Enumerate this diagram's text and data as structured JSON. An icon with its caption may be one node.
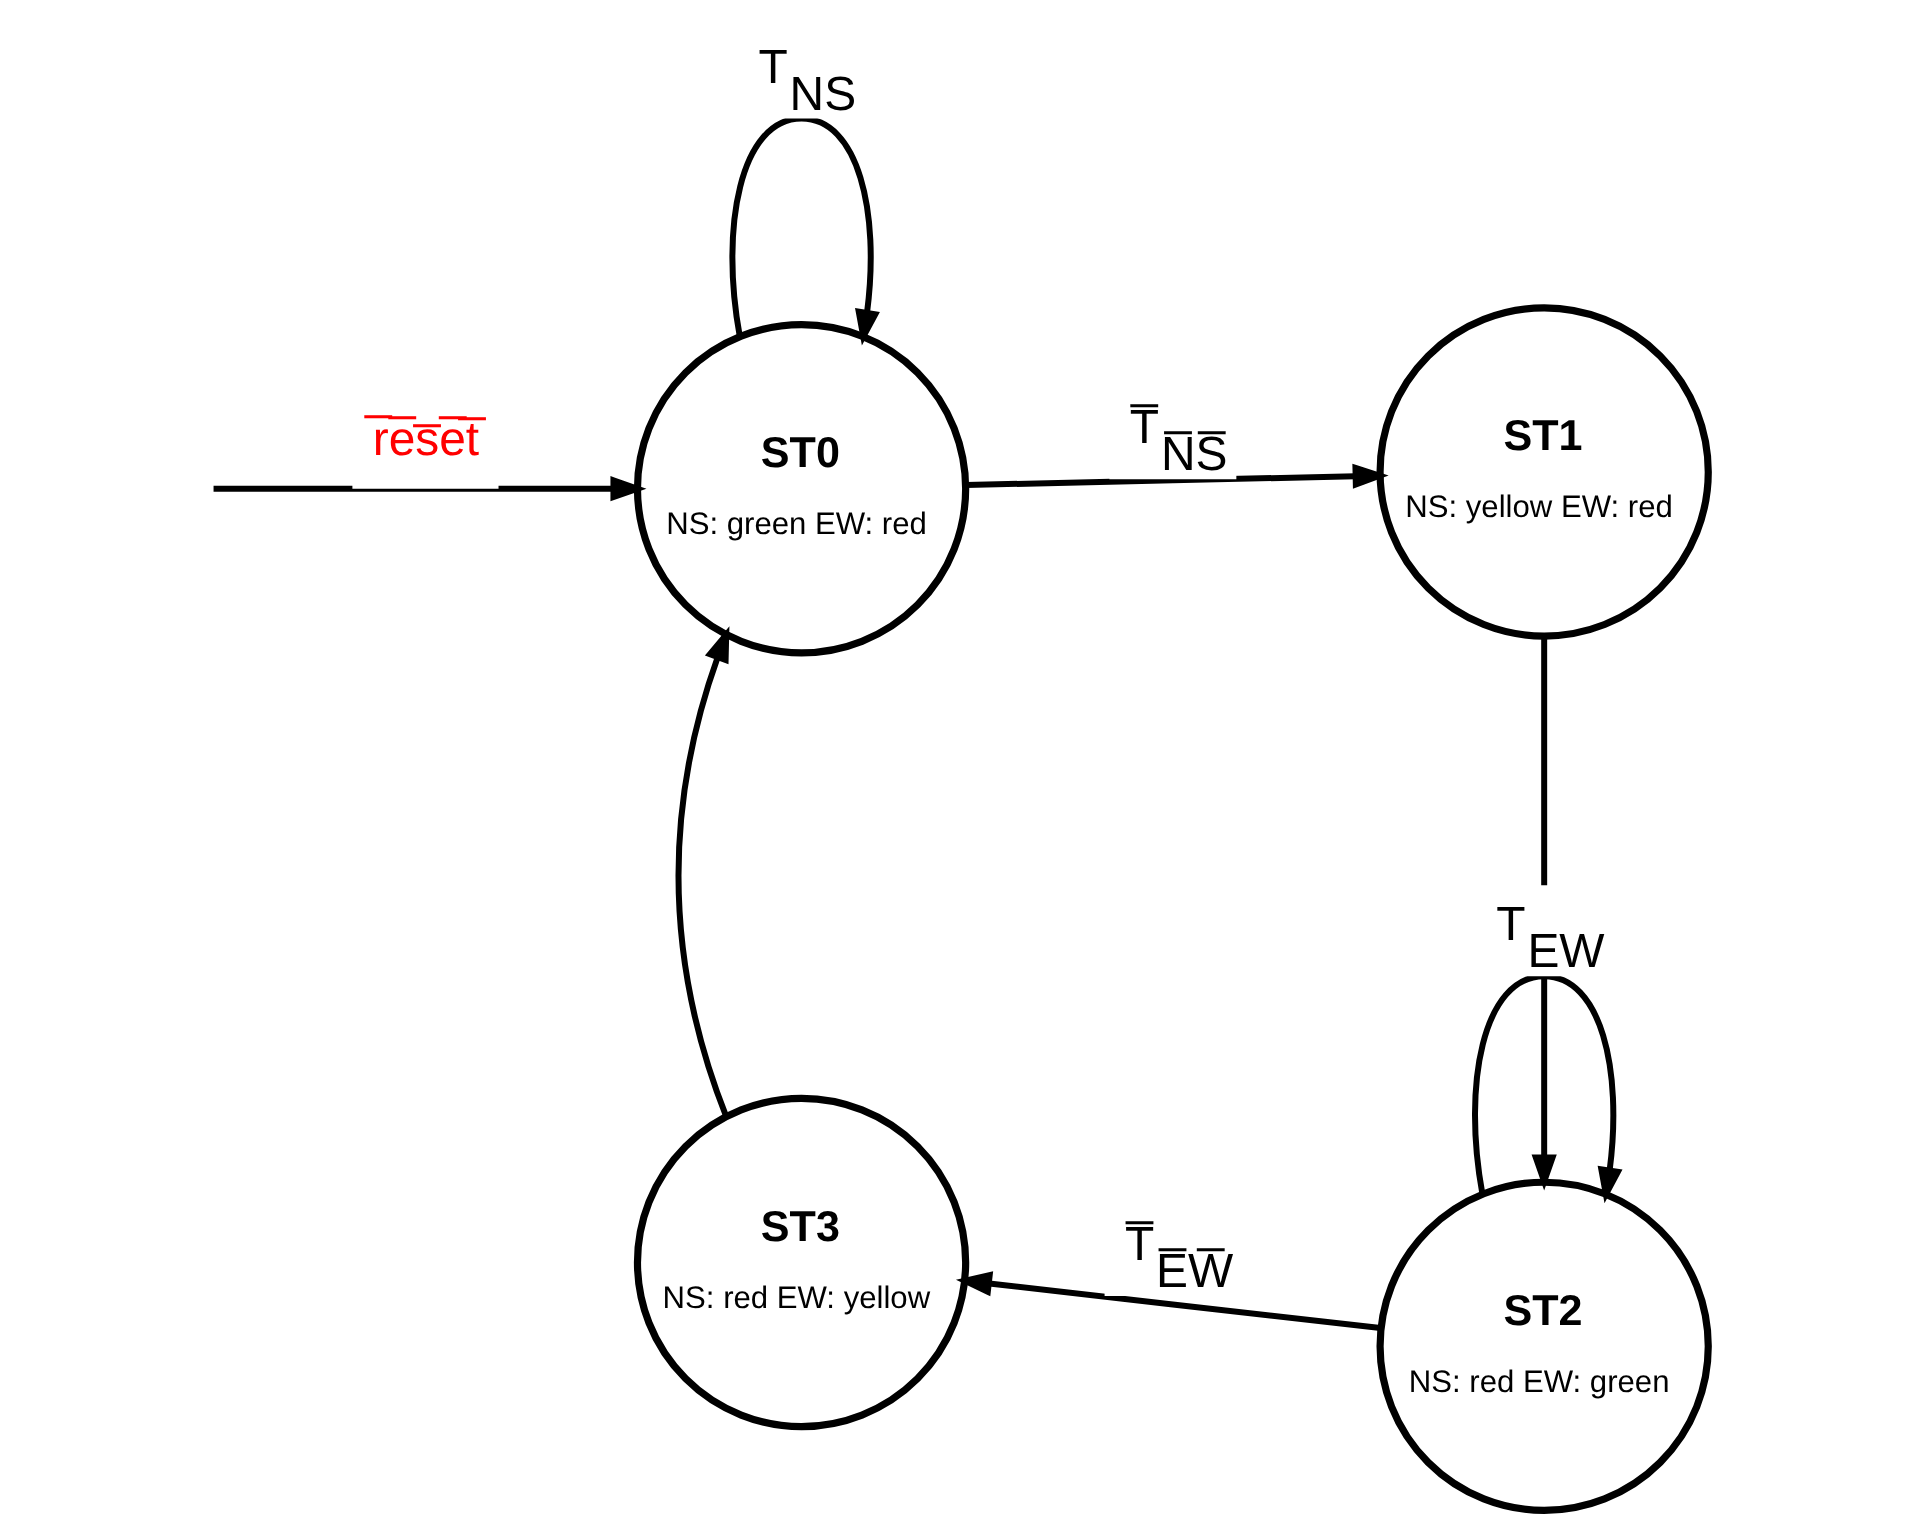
{
  "diagram": {
    "nodes": [
      {
        "text": [
          "ST0",
          "NS: green EW: red"
        ]
      },
      {
        "text": [
          "ST1",
          "NS: yellow EW: red"
        ]
      },
      {
        "text": [
          "ST2",
          "NS: red EW: green"
        ]
      },
      {
        "text": [
          "ST3",
          "NS: red EW: yellow"
        ]
      }
    ],
    "edges": [
      {
        "from": null,
        "to": 0,
        "arrow": "to",
        "label": "r̅e̅s̅e̅t̅"
      },
      {
        "from": 0,
        "to": 0,
        "arrow": "to",
        "label": "T$_{NS}$"
      },
      {
        "from": 0,
        "to": 1,
        "arrow": "to",
        "label": "T̅$_{N̅S̅}$"
      },
      {
        "from": 1,
        "to": 2,
        "arrow": "to"
      },
      {
        "from": 2,
        "to": 2,
        "arrow": "to",
        "label": "T$_{EW}$"
      },
      {
        "from": 2,
        "to": 3,
        "arrow": "to",
        "label": "T̅$_{E̅W̅}$"
      },
      {
        "from": 3,
        "to": 0,
        "arrow": "to"
      }
    ]
  }
}
